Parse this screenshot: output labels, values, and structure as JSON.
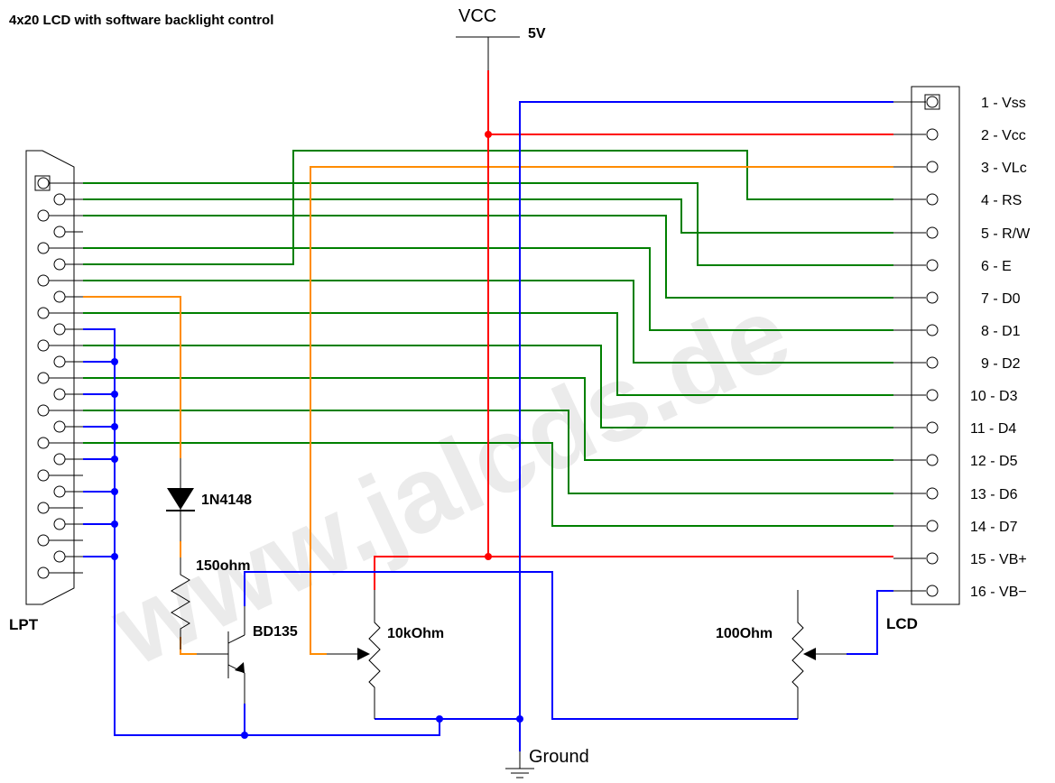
{
  "title": "4x20 LCD with software backlight control",
  "watermark": "www.jalcds.de",
  "supply": {
    "label": "VCC",
    "voltage": "5V"
  },
  "ground_label": "Ground",
  "connectors": {
    "lpt": {
      "label": "LPT",
      "pin_count": 25
    },
    "lcd": {
      "label": "LCD",
      "pins": [
        "1 - Vss",
        "2 - Vcc",
        "3 - VLc",
        "4 - RS",
        "5 - R/W",
        "6 - E",
        "7 - D0",
        "8 - D1",
        "9 - D2",
        "10 - D3",
        "11 - D4",
        "12 - D5",
        "13 - D6",
        "14 - D7",
        "15 - VB+",
        "16 - VB−"
      ]
    }
  },
  "components": {
    "diode": "1N4148",
    "resistor": "150ohm",
    "transistor": "BD135",
    "pot_contrast": "10kOhm",
    "pot_backlight": "100Ohm"
  },
  "wire_colors": {
    "data": "#008000",
    "vcc": "#ff0000",
    "ground": "#0000ff",
    "control": "#ff8c00",
    "component": "#000000"
  }
}
